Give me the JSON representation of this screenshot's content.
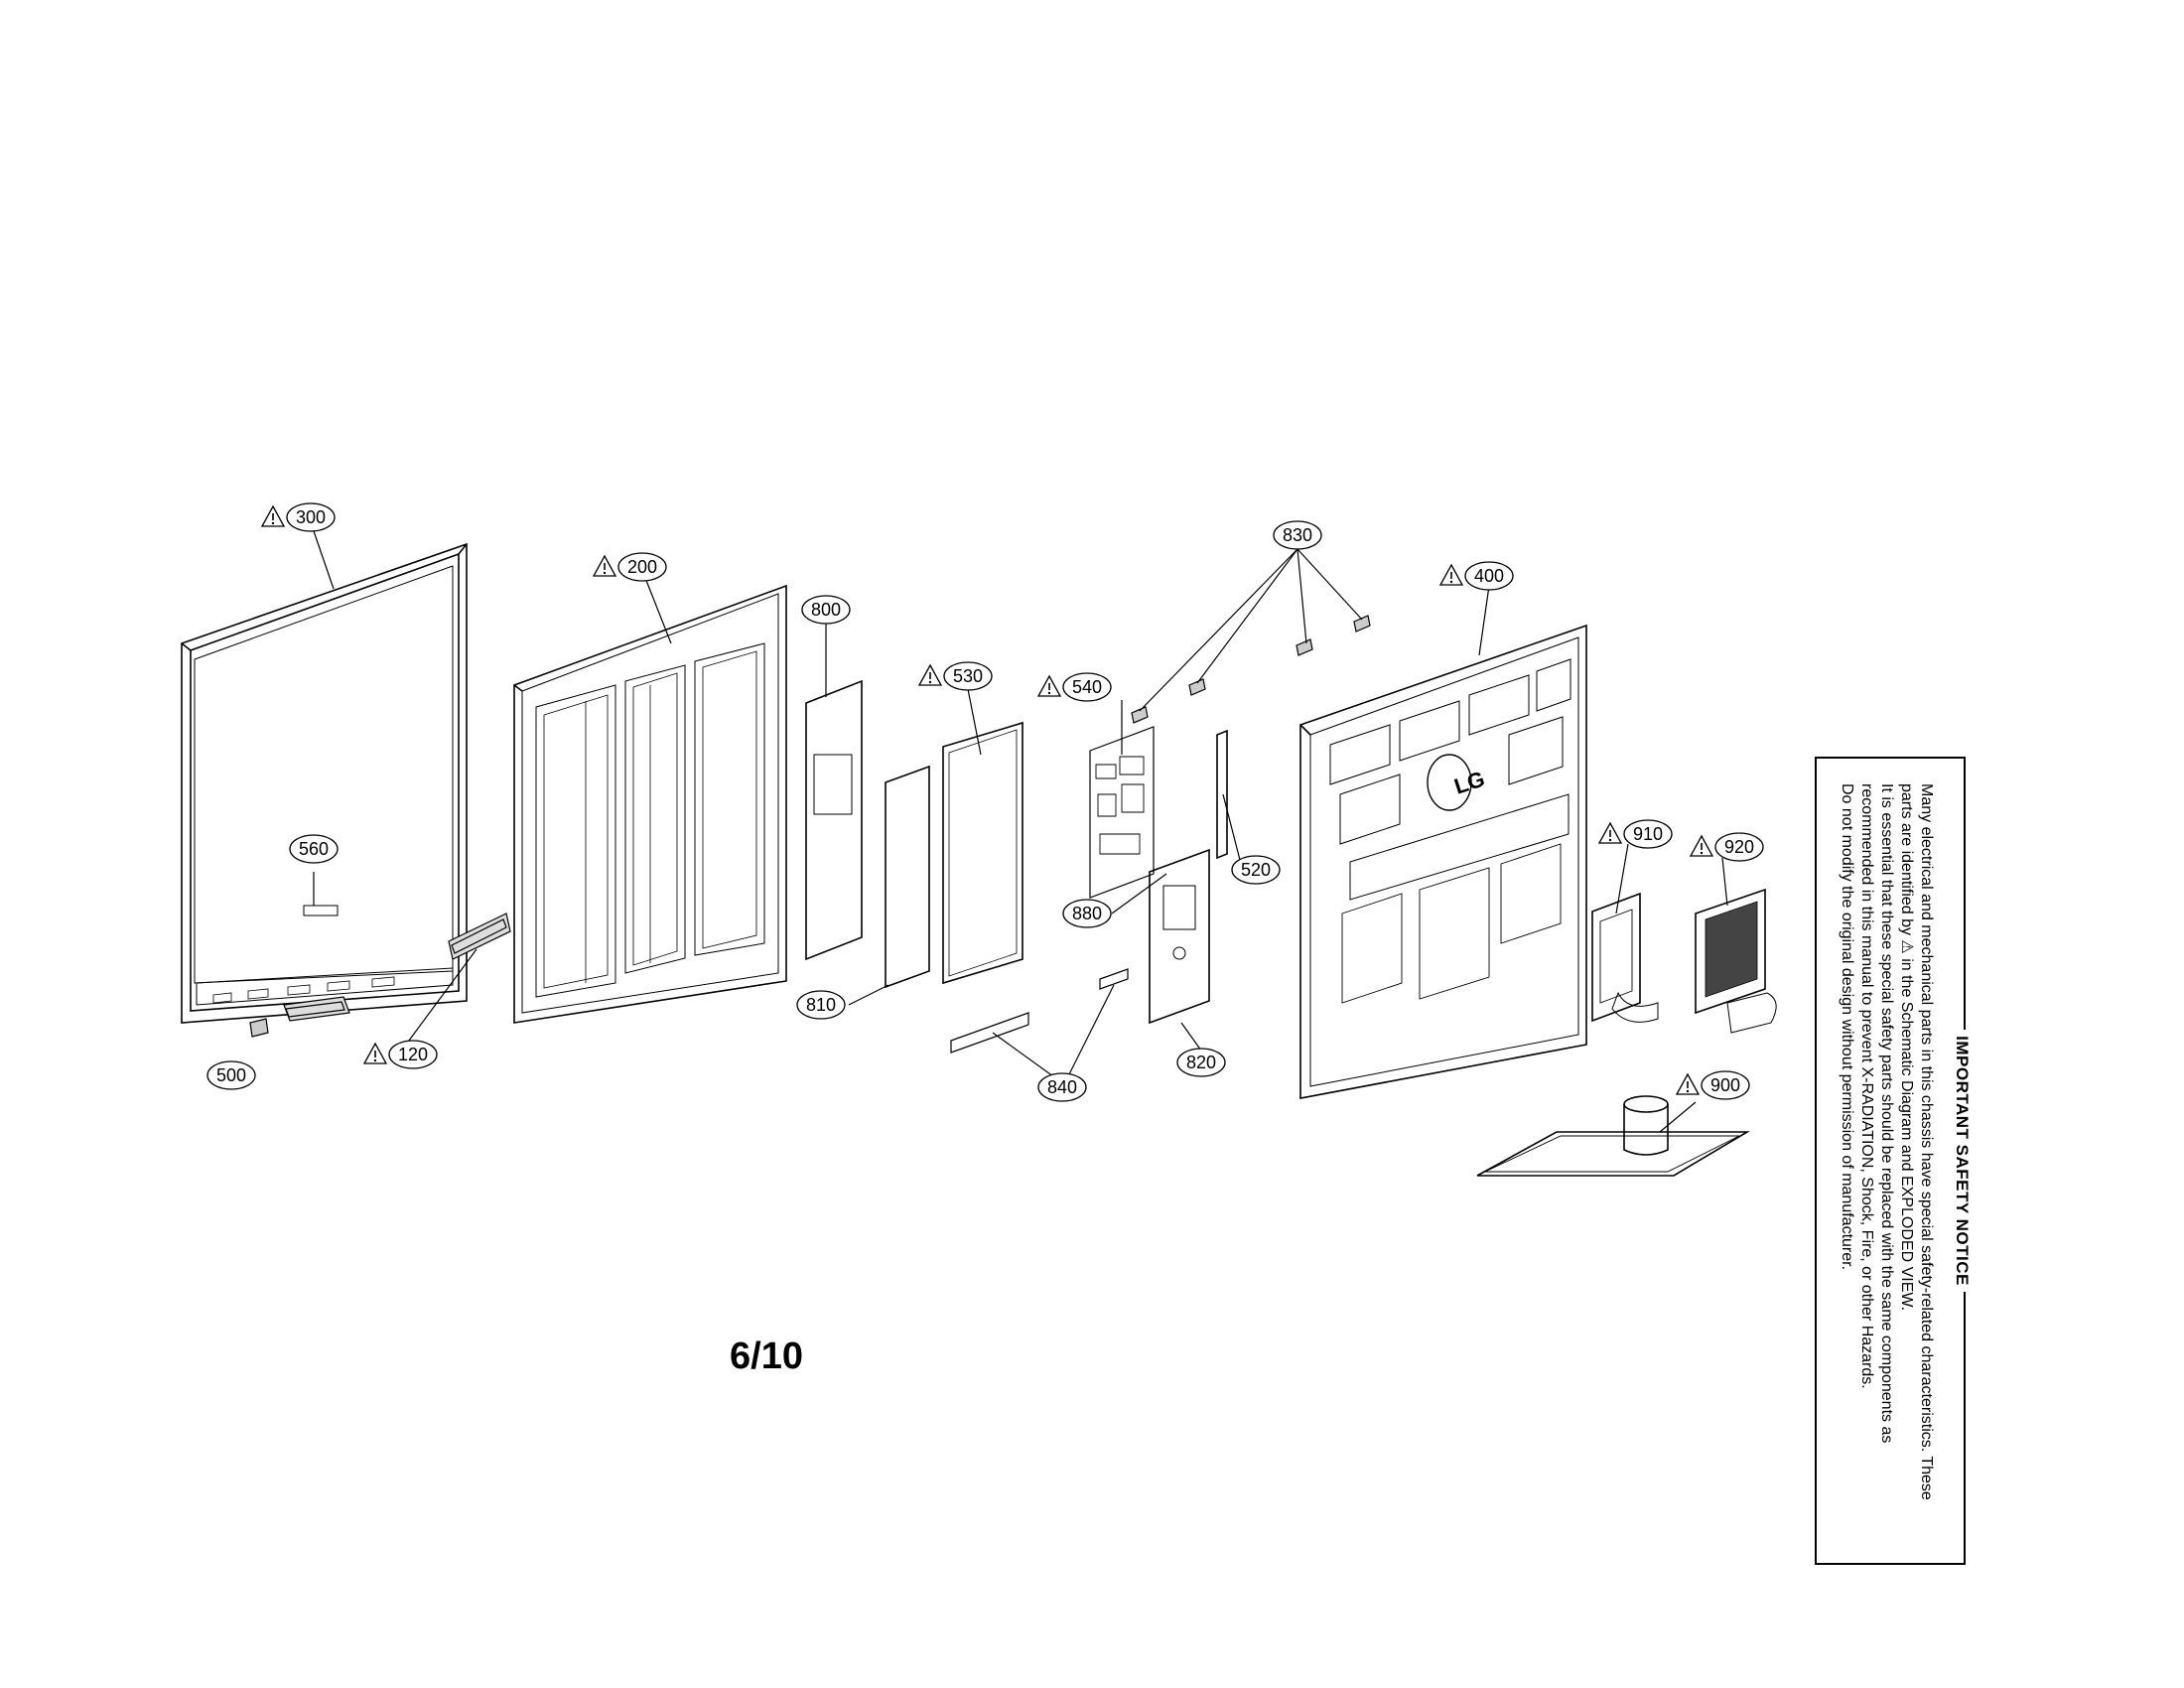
{
  "page_number": "6/10",
  "safety_notice": {
    "title": "IMPORTANT SAFETY NOTICE",
    "lines": [
      "Many electrical and mechanical parts in this chassis have special safety-related characteristics. These",
      "parts are identified by ⚠ in the Schematic Diagram and EXPLODED VIEW.",
      "It is essential that these special safety parts should be replaced with the same components as",
      "recommended in this manual to prevent X-RADIATION, Shock, Fire, or other Hazards.",
      "Do not modify the original design without permission of manufacturer."
    ]
  },
  "brand_logo": "LG",
  "part_labels": [
    {
      "id": "300",
      "warning": true
    },
    {
      "id": "200",
      "warning": true
    },
    {
      "id": "800",
      "warning": false
    },
    {
      "id": "530",
      "warning": true
    },
    {
      "id": "540",
      "warning": true
    },
    {
      "id": "830",
      "warning": false
    },
    {
      "id": "400",
      "warning": true
    },
    {
      "id": "560",
      "warning": false
    },
    {
      "id": "520",
      "warning": false
    },
    {
      "id": "880",
      "warning": false
    },
    {
      "id": "910",
      "warning": true
    },
    {
      "id": "920",
      "warning": true
    },
    {
      "id": "810",
      "warning": false
    },
    {
      "id": "120",
      "warning": true
    },
    {
      "id": "500",
      "warning": false
    },
    {
      "id": "840",
      "warning": false
    },
    {
      "id": "820",
      "warning": false
    },
    {
      "id": "900",
      "warning": true
    }
  ]
}
